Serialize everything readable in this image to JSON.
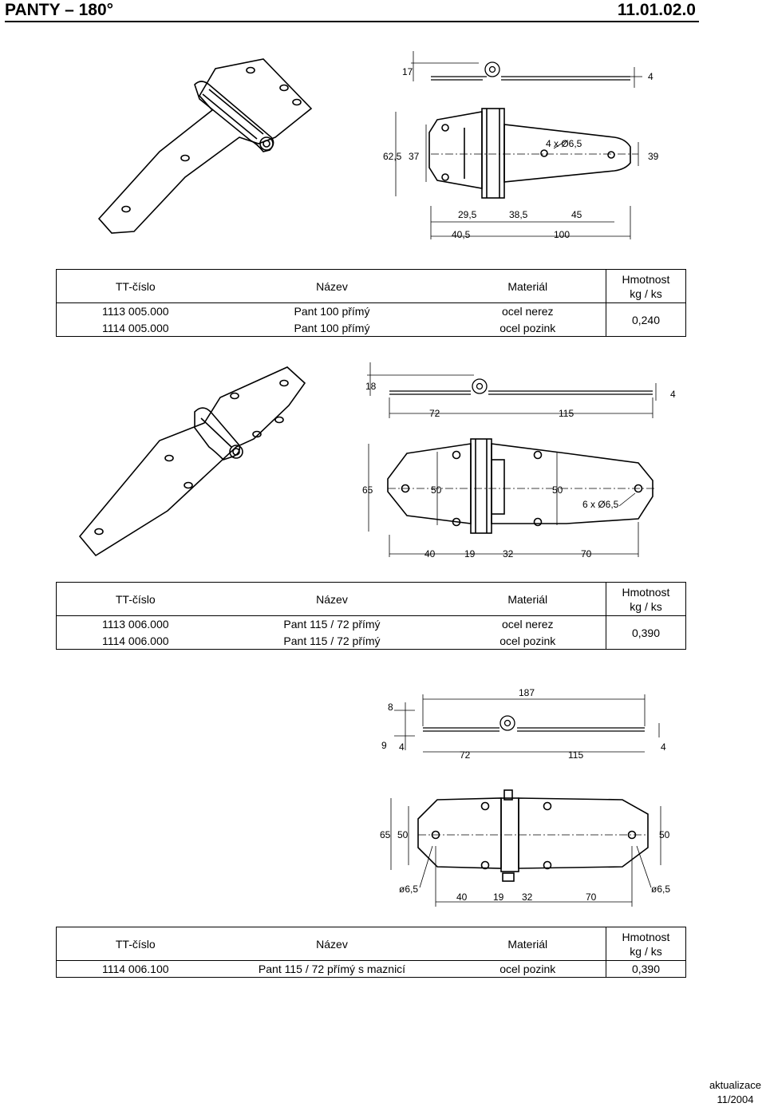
{
  "header": {
    "title": "PANTY – 180°",
    "code": "11.01.02.0"
  },
  "columns": {
    "tt": "TT-číslo",
    "name": "Název",
    "material": "Materiál",
    "weight_l1": "Hmotnost",
    "weight_l2": "kg / ks"
  },
  "products": [
    {
      "dims": {
        "d17": "17",
        "d4": "4",
        "d625": "62,5",
        "d37": "37",
        "holes": "4 x Ø6,5",
        "d39": "39",
        "d295": "29,5",
        "d385": "38,5",
        "d45": "45",
        "d405": "40,5",
        "d100": "100"
      },
      "rows": [
        {
          "tt": "1113 005.000",
          "name": "Pant 100 přímý",
          "material": "ocel nerez"
        },
        {
          "tt": "1114 005.000",
          "name": "Pant 100 přímý",
          "material": "ocel pozink"
        }
      ],
      "weight": "0,240"
    },
    {
      "dims": {
        "d18": "18",
        "d4": "4",
        "d72": "72",
        "d115": "115",
        "d65": "65",
        "d50a": "50",
        "d50b": "50",
        "holes": "6 x Ø6,5",
        "d40": "40",
        "d19": "19",
        "d32": "32",
        "d70": "70"
      },
      "rows": [
        {
          "tt": "1113 006.000",
          "name": "Pant 115 / 72 přímý",
          "material": "ocel nerez"
        },
        {
          "tt": "1114 006.000",
          "name": "Pant 115 / 72 přímý",
          "material": "ocel pozink"
        }
      ],
      "weight": "0,390"
    },
    {
      "dims": {
        "d187": "187",
        "d8": "8",
        "d9": "9",
        "d4a": "4",
        "d4b": "4",
        "d72": "72",
        "d115": "115",
        "d65": "65",
        "d50a": "50",
        "d50b": "50",
        "dia1": "ø6,5",
        "dia2": "ø6,5",
        "d40": "40",
        "d19": "19",
        "d32": "32",
        "d70": "70"
      },
      "rows": [
        {
          "tt": "1114 006.100",
          "name": "Pant 115 / 72 přímý s maznicí",
          "material": "ocel pozink",
          "weight": "0,390"
        }
      ]
    }
  ],
  "footer": {
    "label": "aktualizace",
    "date": "11/2004"
  }
}
